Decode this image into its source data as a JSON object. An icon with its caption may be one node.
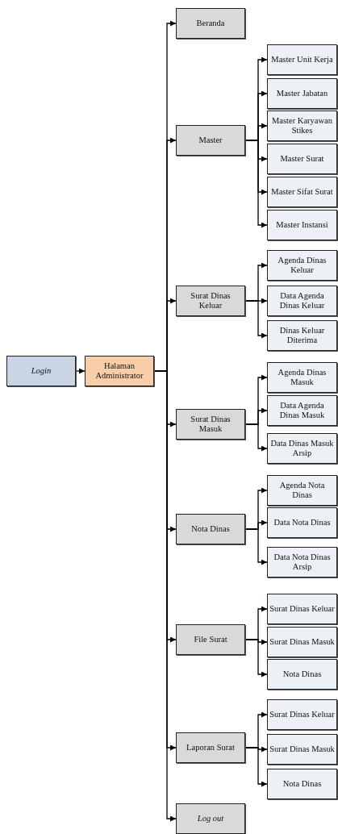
{
  "diagram": {
    "nodes": [
      {
        "text": [
          "Login"
        ]
      },
      {
        "text": [
          "Halaman Administrator"
        ]
      },
      {
        "text": [
          "Beranda"
        ]
      },
      {
        "text": [
          "Master"
        ]
      },
      {
        "text": [
          "Master Unit Kerja"
        ]
      },
      {
        "text": [
          "Master Jabatan"
        ]
      },
      {
        "text": [
          "Master Karyawan Stikes"
        ]
      },
      {
        "text": [
          "Master Surat"
        ]
      },
      {
        "text": [
          "Master Sifat Surat"
        ]
      },
      {
        "text": [
          "Master Instansi"
        ]
      },
      {
        "text": [
          "Surat Dinas Keluar"
        ]
      },
      {
        "text": [
          "Agenda Dinas Keluar"
        ]
      },
      {
        "text": [
          "Data Agenda Dinas Keluar"
        ]
      },
      {
        "text": [
          "Dinas Keluar Diterima"
        ]
      },
      {
        "text": [
          "Surat Dinas Masuk"
        ]
      },
      {
        "text": [
          "Agenda Dinas Masuk"
        ]
      },
      {
        "text": [
          "Data Agenda Dinas Masuk"
        ]
      },
      {
        "text": [
          "Data Dinas Masuk Arsip"
        ]
      },
      {
        "text": [
          "Nota Dinas"
        ]
      },
      {
        "text": [
          "Agenda Nota Dinas"
        ]
      },
      {
        "text": [
          "Data Nota Dinas"
        ]
      },
      {
        "text": [
          "Data Nota Dinas Arsip"
        ]
      },
      {
        "text": [
          "File Surat"
        ]
      },
      {
        "text": [
          "Surat Dinas Keluar"
        ]
      },
      {
        "text": [
          "Surat Dinas Masuk"
        ]
      },
      {
        "text": [
          "Nota Dinas"
        ]
      },
      {
        "text": [
          "Laporan Surat"
        ]
      },
      {
        "text": [
          "Surat Dinas Keluar"
        ]
      },
      {
        "text": [
          "Surat Dinas Masuk"
        ]
      },
      {
        "text": [
          "Nota Dinas"
        ]
      },
      {
        "text": [
          "Log out"
        ]
      }
    ],
    "edges": [
      {
        "from": 0,
        "to": 1,
        "arrow": "to"
      },
      {
        "from": 1,
        "to": 2,
        "arrow": "to"
      },
      {
        "from": 1,
        "to": 3,
        "arrow": "to"
      },
      {
        "from": 1,
        "to": 10,
        "arrow": "to"
      },
      {
        "from": 1,
        "to": 14,
        "arrow": "to"
      },
      {
        "from": 1,
        "to": 18,
        "arrow": "to"
      },
      {
        "from": 1,
        "to": 22,
        "arrow": "to"
      },
      {
        "from": 1,
        "to": 26,
        "arrow": "to"
      },
      {
        "from": 1,
        "to": 30,
        "arrow": "to"
      },
      {
        "from": 3,
        "to": 4,
        "arrow": "to"
      },
      {
        "from": 3,
        "to": 5,
        "arrow": "to"
      },
      {
        "from": 3,
        "to": 6,
        "arrow": "to"
      },
      {
        "from": 3,
        "to": 7,
        "arrow": "to"
      },
      {
        "from": 3,
        "to": 8,
        "arrow": "to"
      },
      {
        "from": 3,
        "to": 9,
        "arrow": "to"
      },
      {
        "from": 10,
        "to": 11,
        "arrow": "to"
      },
      {
        "from": 10,
        "to": 12,
        "arrow": "to"
      },
      {
        "from": 10,
        "to": 13,
        "arrow": "to"
      },
      {
        "from": 14,
        "to": 15,
        "arrow": "to"
      },
      {
        "from": 14,
        "to": 16,
        "arrow": "to"
      },
      {
        "from": 14,
        "to": 17,
        "arrow": "to"
      },
      {
        "from": 18,
        "to": 19,
        "arrow": "to"
      },
      {
        "from": 18,
        "to": 20,
        "arrow": "to"
      },
      {
        "from": 18,
        "to": 21,
        "arrow": "to"
      },
      {
        "from": 22,
        "to": 23,
        "arrow": "to"
      },
      {
        "from": 22,
        "to": 24,
        "arrow": "to"
      },
      {
        "from": 22,
        "to": 25,
        "arrow": "to"
      },
      {
        "from": 26,
        "to": 27,
        "arrow": "to"
      },
      {
        "from": 26,
        "to": 28,
        "arrow": "to"
      },
      {
        "from": 26,
        "to": 29,
        "arrow": "to"
      }
    ]
  }
}
